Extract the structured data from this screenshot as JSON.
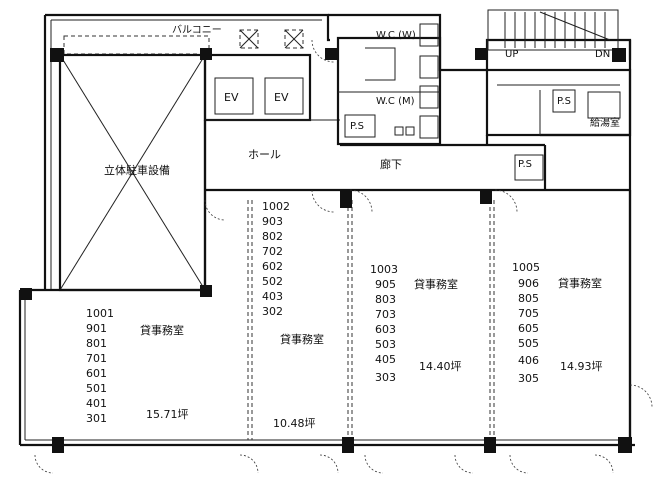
{
  "labels": {
    "balcony": "バルコニー",
    "parking": "立体駐車設備",
    "ev1": "EV",
    "ev2": "EV",
    "wc_w": "W.C (W)",
    "wc_m": "W.C (M)",
    "ps_top": "P.S",
    "ps_right": "P.S",
    "ps_corridor": "P.S",
    "hall": "ホール",
    "corridor": "廊下",
    "kitchenette": "給湯室",
    "up": "UP",
    "dn": "DN"
  },
  "units": [
    {
      "rooms": [
        "1001",
        "901",
        "801",
        "701",
        "601",
        "501",
        "401",
        "301"
      ],
      "title": "貸事務室",
      "area": "15.71坪"
    },
    {
      "rooms": [
        "1002",
        "903",
        "802",
        "702",
        "602",
        "502",
        "403",
        "302"
      ],
      "title": "貸事務室",
      "area": "10.48坪"
    },
    {
      "rooms": [
        "1003",
        "905",
        "803",
        "703",
        "603",
        "503",
        "405",
        "303"
      ],
      "title": "貸事務室",
      "area": "14.40坪"
    },
    {
      "rooms": [
        "1005",
        "906",
        "805",
        "705",
        "605",
        "505",
        "406",
        "305"
      ],
      "title": "貸事務室",
      "area": "14.93坪"
    }
  ]
}
